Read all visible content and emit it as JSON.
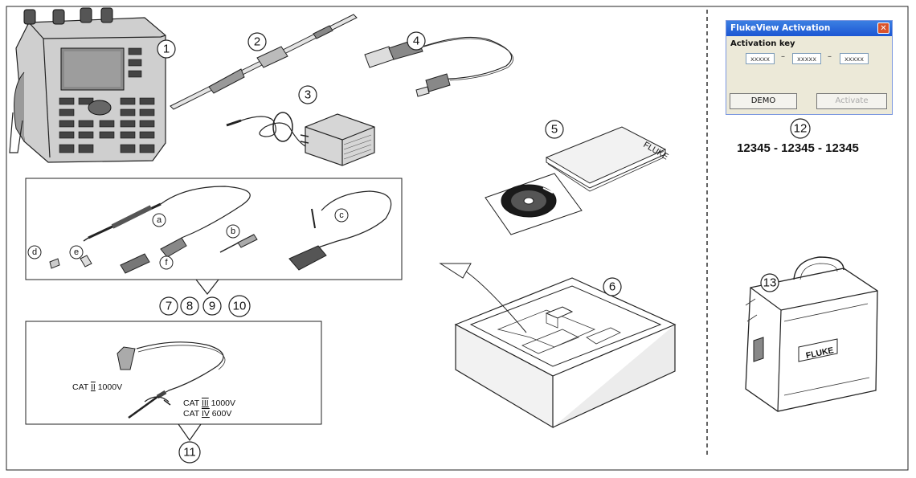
{
  "callouts": {
    "c1": "1",
    "c2": "2",
    "c3": "3",
    "c4": "4",
    "c5": "5",
    "c6": "6",
    "c7": "7",
    "c8": "8",
    "c9": "9",
    "c10": "10",
    "c11": "11",
    "c12": "12",
    "c13": "13"
  },
  "probe_set_letters": {
    "a": "a",
    "b": "b",
    "c": "c",
    "d": "d",
    "e": "e",
    "f": "f"
  },
  "test_lead_ratings": {
    "cat2": "CAT",
    "cat2_roman": "II",
    "cat2_voltage": "1000V",
    "cat3": "CAT",
    "cat3_roman": "III",
    "cat3_voltage": "1000V",
    "cat4": "CAT",
    "cat4_roman": "IV",
    "cat4_voltage": "600V"
  },
  "manual_brand": "FLUKE",
  "case_brand": "FLUKE",
  "activation_dialog": {
    "title": "FlukeView Activation",
    "close_glyph": "✕",
    "label": "Activation key",
    "field1": "xxxxx",
    "field2": "xxxxx",
    "field3": "xxxxx",
    "sep": "–",
    "demo_button": "DEMO",
    "activate_button": "Activate"
  },
  "activation_code": "12345 - 12345 - 12345"
}
